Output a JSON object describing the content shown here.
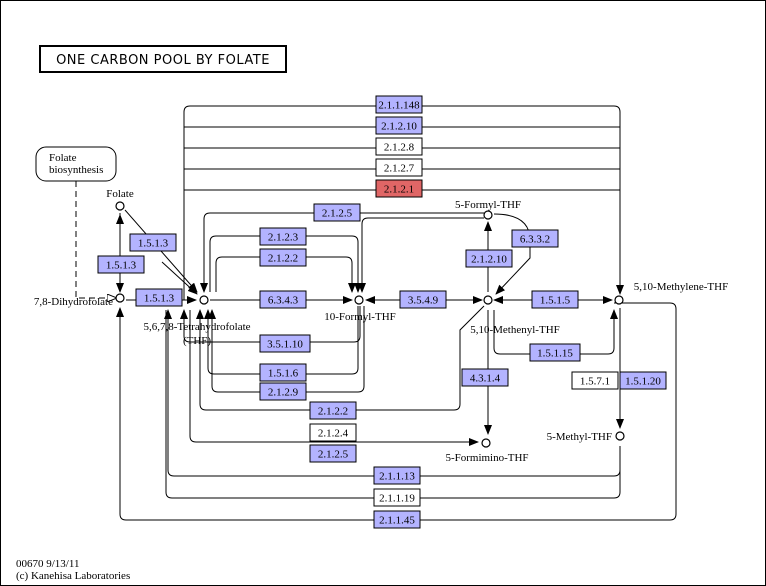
{
  "title": "ONE CARBON POOL BY FOLATE",
  "footer": {
    "map_id": "00670 9/13/11",
    "copyright": "(c) Kanehisa Laboratories"
  },
  "colors": {
    "enzyme_fill": "#b3b3ff",
    "enzyme_plain": "#ffffff",
    "enzyme_highlight": "#e06666"
  },
  "map_label": {
    "text_line1": "Folate",
    "text_line2": "biosynthesis"
  },
  "compounds": [
    {
      "id": "folate",
      "label": "Folate"
    },
    {
      "id": "dhf",
      "label": "7,8-Dihydrofolate"
    },
    {
      "id": "thf",
      "label": "5,6,7,8-Tetrahydrofolate"
    },
    {
      "id": "thf_abbr",
      "label": "(THF)"
    },
    {
      "id": "formyl10",
      "label": "10-Formyl-THF"
    },
    {
      "id": "formyl5",
      "label": "5-Formyl-THF"
    },
    {
      "id": "methenyl",
      "label": "5,10-Methenyl-THF"
    },
    {
      "id": "methylene",
      "label": "5,10-Methylene-THF"
    },
    {
      "id": "methyl5",
      "label": "5-Methyl-THF"
    },
    {
      "id": "formimino",
      "label": "5-Formimino-THF"
    }
  ],
  "enzymes": [
    {
      "label": "2.1.1.148",
      "style": "fill"
    },
    {
      "label": "2.1.2.10",
      "style": "fill"
    },
    {
      "label": "2.1.2.8",
      "style": "plain"
    },
    {
      "label": "2.1.2.7",
      "style": "plain"
    },
    {
      "label": "2.1.2.1",
      "style": "highlight"
    },
    {
      "label": "2.1.2.5",
      "style": "fill"
    },
    {
      "label": "2.1.2.3",
      "style": "fill"
    },
    {
      "label": "2.1.2.2",
      "style": "fill"
    },
    {
      "label": "6.3.4.3",
      "style": "fill"
    },
    {
      "label": "3.5.4.9",
      "style": "fill"
    },
    {
      "label": "1.5.1.5",
      "style": "fill"
    },
    {
      "label": "2.1.2.10",
      "style": "fill"
    },
    {
      "label": "6.3.3.2",
      "style": "fill"
    },
    {
      "label": "1.5.1.3",
      "style": "fill"
    },
    {
      "label": "1.5.1.3",
      "style": "fill"
    },
    {
      "label": "1.5.1.3",
      "style": "fill"
    },
    {
      "label": "3.5.1.10",
      "style": "fill"
    },
    {
      "label": "1.5.1.6",
      "style": "fill"
    },
    {
      "label": "2.1.2.9",
      "style": "fill"
    },
    {
      "label": "2.1.2.2",
      "style": "fill"
    },
    {
      "label": "2.1.2.4",
      "style": "plain"
    },
    {
      "label": "2.1.2.5",
      "style": "fill"
    },
    {
      "label": "1.5.1.15",
      "style": "fill"
    },
    {
      "label": "4.3.1.4",
      "style": "fill"
    },
    {
      "label": "1.5.7.1",
      "style": "plain"
    },
    {
      "label": "1.5.1.20",
      "style": "fill"
    },
    {
      "label": "2.1.1.13",
      "style": "fill"
    },
    {
      "label": "2.1.1.19",
      "style": "plain"
    },
    {
      "label": "2.1.1.45",
      "style": "fill"
    }
  ]
}
